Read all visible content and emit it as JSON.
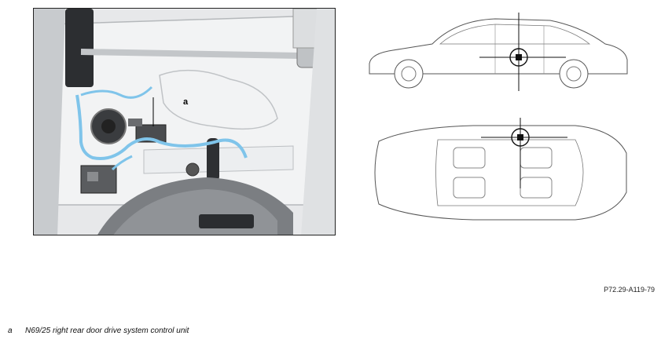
{
  "photo": {
    "callout": "a"
  },
  "figure_code": "P72.29-A119-79",
  "legend": [
    {
      "key": "a",
      "text": "N69/25 right rear door drive system control unit"
    }
  ],
  "colors": {
    "wiring": "#7fc4ea",
    "frame": "#222222",
    "line_art": "#555555"
  }
}
